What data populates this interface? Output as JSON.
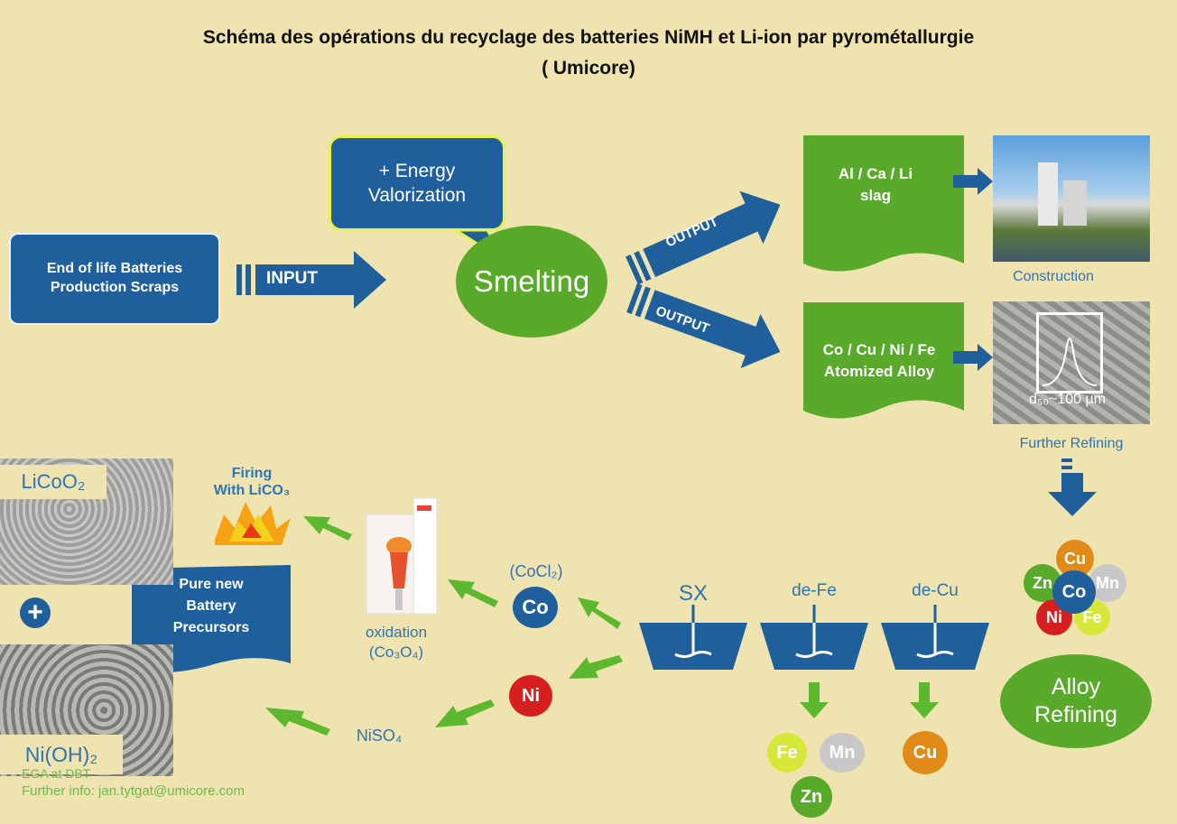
{
  "title_line1": "Schéma des opérations du recyclage des batteries NiMH et Li-ion par pyrométallurgie",
  "title_line2": "( Umicore)",
  "input_box": {
    "line1": "End of life Batteries",
    "line2": "Production Scraps"
  },
  "input_arrow": "INPUT",
  "energy_bubble": {
    "line1": "+ Energy",
    "line2": "Valorization"
  },
  "smelting": "Smelting",
  "output_arrow_1": "OUTPUT",
  "output_arrow_2": "OUTPUT",
  "slag_doc": {
    "line1": "Al / Ca / Li",
    "line2": "slag"
  },
  "alloy_doc": {
    "line1": "Co / Cu / Ni / Fe",
    "line2": "Atomized Alloy"
  },
  "construction_label": "Construction",
  "refining_label": "Further Refining",
  "particle_size": "d₅₀~100 µm",
  "alloy_refining": {
    "line1": "Alloy",
    "line2": "Refining"
  },
  "metal_cluster": [
    "Cu",
    "Zn",
    "Co",
    "Mn",
    "Ni",
    "Fe"
  ],
  "stages": {
    "sx": "SX",
    "defe": "de-Fe",
    "decu": "de-Cu"
  },
  "defe_outputs": [
    "Fe",
    "Mn",
    "Zn"
  ],
  "decu_output": "Cu",
  "cocl2": "(CoCl₂)",
  "co": "Co",
  "ni": "Ni",
  "niso4": "NiSO₄",
  "oxidation": {
    "line1": "oxidation",
    "line2": "(Co₃O₄)"
  },
  "firing": {
    "line1": "Firing",
    "line2": "With LiCO₃"
  },
  "precursors": {
    "line1": "Pure new",
    "line2": "Battery",
    "line3": "Precursors"
  },
  "licoo2": "LiCoO₂",
  "nioh2": "Ni(OH)₂",
  "plus_sign": "+",
  "footer_partial": "EGA at DBT",
  "footer_info": "Further info: jan.tytgat@umicore.com",
  "colors": {
    "background": "#efe4b0",
    "blue": "#1f5f9b",
    "green": "#59aa2a",
    "arrow_green": "#5cb82e",
    "label_blue": "#2e74b5"
  }
}
